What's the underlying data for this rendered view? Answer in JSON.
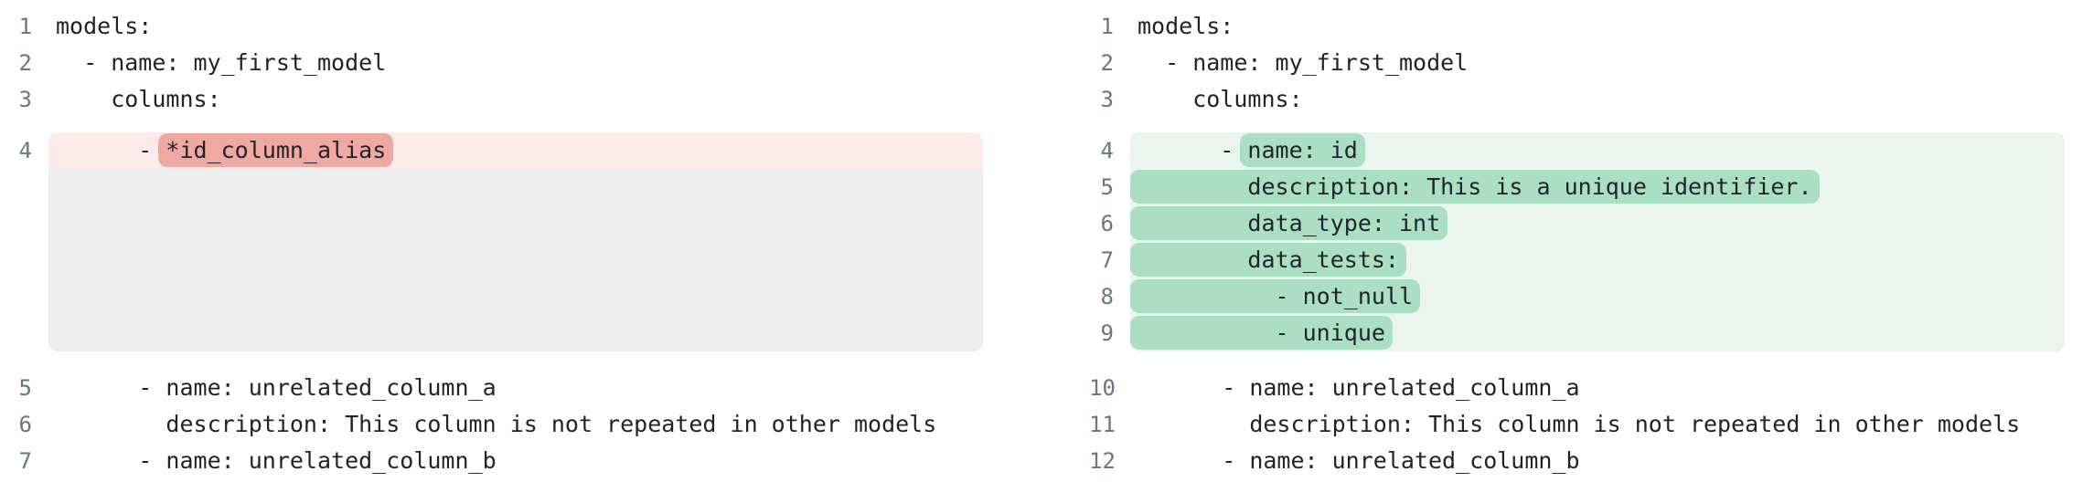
{
  "colors": {
    "page_bg": "#ffffff",
    "removed_line_bg": "#fcebe9",
    "removed_token_bg": "#f0a8a3",
    "added_line_bg": "#eaf5ee",
    "added_token_bg": "#abdfc3",
    "spacer_bg": "#eceef0",
    "line_number": "#6b7486",
    "code_text": "#1f2329"
  },
  "diff": {
    "left": {
      "side": "old",
      "lines": [
        {
          "num": "1",
          "type": "context",
          "segments": [
            {
              "t": "models:"
            }
          ]
        },
        {
          "num": "2",
          "type": "context",
          "segments": [
            {
              "t": "  - name: my_first_model"
            }
          ]
        },
        {
          "num": "3",
          "type": "context",
          "segments": [
            {
              "t": "    columns:"
            }
          ]
        },
        {
          "num": "4",
          "type": "removed",
          "segments": [
            {
              "t": "      - "
            },
            {
              "t": "*id_column_alias",
              "hl": true
            }
          ]
        },
        {
          "type": "spacer",
          "lines": 5
        },
        {
          "num": "5",
          "type": "context",
          "segments": [
            {
              "t": "      - name: unrelated_column_a"
            }
          ]
        },
        {
          "num": "6",
          "type": "context",
          "segments": [
            {
              "t": "        description: This column is not repeated in other models"
            }
          ]
        },
        {
          "num": "7",
          "type": "context",
          "segments": [
            {
              "t": "      - name: unrelated_column_b"
            }
          ]
        }
      ]
    },
    "right": {
      "side": "new",
      "lines": [
        {
          "num": "1",
          "type": "context",
          "segments": [
            {
              "t": "models:"
            }
          ]
        },
        {
          "num": "2",
          "type": "context",
          "segments": [
            {
              "t": "  - name: my_first_model"
            }
          ]
        },
        {
          "num": "3",
          "type": "context",
          "segments": [
            {
              "t": "    columns:"
            }
          ]
        },
        {
          "num": "4",
          "type": "added",
          "segments": [
            {
              "t": "      - "
            },
            {
              "t": "name: id",
              "hl": true
            }
          ]
        },
        {
          "num": "5",
          "type": "added",
          "segments": [
            {
              "t": "        description: This is a unique identifier.",
              "hl": true
            }
          ]
        },
        {
          "num": "6",
          "type": "added",
          "segments": [
            {
              "t": "        data_type: int",
              "hl": true
            }
          ]
        },
        {
          "num": "7",
          "type": "added",
          "segments": [
            {
              "t": "        data_tests:",
              "hl": true
            }
          ]
        },
        {
          "num": "8",
          "type": "added",
          "segments": [
            {
              "t": "          - not_null",
              "hl": true
            }
          ]
        },
        {
          "num": "9",
          "type": "added",
          "segments": [
            {
              "t": "          - unique",
              "hl": true
            }
          ]
        },
        {
          "num": "10",
          "type": "context",
          "segments": [
            {
              "t": "      - name: unrelated_column_a"
            }
          ]
        },
        {
          "num": "11",
          "type": "context",
          "segments": [
            {
              "t": "        description: This column is not repeated in other models"
            }
          ]
        },
        {
          "num": "12",
          "type": "context",
          "segments": [
            {
              "t": "      - name: unrelated_column_b"
            }
          ]
        }
      ]
    }
  }
}
